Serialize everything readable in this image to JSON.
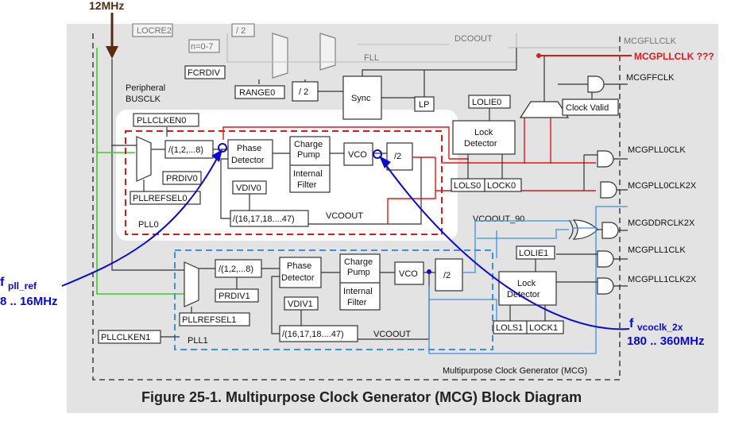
{
  "top_label": "12MHz",
  "figure_title": "Figure 25-1. Multipurpose Clock Generator (MCG) Block Diagram",
  "mcg_caption": "Multipurpose Clock Generator (MCG)",
  "faded": {
    "locre2": "LOCRE2",
    "n07": "n=0-7",
    "div2top": "/ 2",
    "dcoout": "DCOOUT",
    "fll": "FLL",
    "mcgfllclk": "MCGFLLCLK"
  },
  "blocks": {
    "fcrdiv": "FCRDIV",
    "peripheral": "Peripheral",
    "busclk": "BUSCLK",
    "range0": "RANGE0",
    "div2": "/ 2",
    "sync": "Sync",
    "lp": "LP",
    "lolie0": "LOLIE0",
    "clock_valid": "Clock Valid",
    "pllclken0": "PLLCLKEN0",
    "lock_detector0_a": "Lock",
    "lock_detector0_b": "Detector",
    "prediv_a": "/(1,2,...8)",
    "prdiv0": "PRDIV0",
    "phase_a": "Phase",
    "phase_b": "Detector",
    "charge_a": "Charge",
    "charge_b": "Pump",
    "filter_a": "Internal",
    "filter_b": "Filter",
    "vco": "VCO",
    "div2b": "/2",
    "vdiv0": "VDIV0",
    "vdivrange": "/(16,17,18....47)",
    "vcoout": "VCOOUT",
    "pllrefsel0": "PLLREFSEL0",
    "pll0": "PLL0",
    "lols0": "LOLS0",
    "lock0": "LOCK0",
    "vcoout90": "VCOOUT_90",
    "lolie1": "LOLIE1",
    "prediv1": "/(1,2,...8)",
    "prdiv1": "PRDIV1",
    "vdiv1": "VDIV1",
    "vdivrange1": "/(16,17,18....47)",
    "vcoout1": "VCOOUT",
    "pllrefsel1": "PLLREFSEL1",
    "pllclken1": "PLLCLKEN1",
    "pll1": "PLL1",
    "lols1": "LOLS1",
    "lock1": "LOCK1"
  },
  "outputs": {
    "mcgffclk": "MCGFFCLK",
    "mcgpll0clk": "MCGPLL0CLK",
    "mcgpll0clk2x": "MCGPLL0CLK2X",
    "mcgddrclk2x": "MCGDDRCLK2X",
    "mcgpll1clk": "MCGPLL1CLK",
    "mcgpll1clk2x": "MCGPLL1CLK2X"
  },
  "annotations": {
    "mcgpllclk": "MCGPLLCLK ???",
    "fpll_ref_main": "f",
    "fpll_ref_sub": "pll_ref",
    "fpll_ref_range": "8 .. 16MHz",
    "fvco_main": "f",
    "fvco_sub": "vcoclk_2x",
    "fvco_range": "180 .. 360MHz"
  },
  "colors": {
    "annotation_blue": "#0a0ad0",
    "annotation_red": "#e01818",
    "pll0_border": "#e01818",
    "pll1_border": "#3f8ee6",
    "ref_green": "#39d024",
    "clock_brown": "#5a2a10"
  }
}
